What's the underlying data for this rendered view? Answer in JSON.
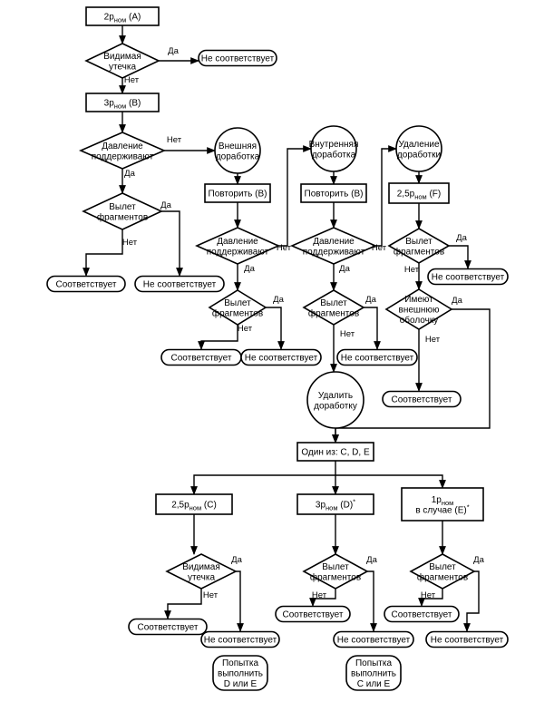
{
  "nodes": [
    {
      "id": "n_a",
      "shape": "rect",
      "lines": [
        "2p_{ном} (A)"
      ]
    },
    {
      "id": "d_leak1",
      "shape": "diamond",
      "lines": [
        "Видимая",
        "утечка"
      ]
    },
    {
      "id": "t_nc1",
      "shape": "term",
      "lines": [
        "Не соответствует"
      ]
    },
    {
      "id": "n_b",
      "shape": "rect",
      "lines": [
        "3p_{ном} (B)"
      ]
    },
    {
      "id": "d_press1",
      "shape": "diamond",
      "lines": [
        "Давление",
        "поддерживают"
      ]
    },
    {
      "id": "c_ext",
      "shape": "circle",
      "lines": [
        "Внешняя",
        "доработка"
      ]
    },
    {
      "id": "c_int",
      "shape": "circle",
      "lines": [
        "Внутренняя",
        "доработка"
      ]
    },
    {
      "id": "c_rem",
      "shape": "circle",
      "lines": [
        "Удаление",
        "доработки"
      ]
    },
    {
      "id": "d_frag1",
      "shape": "diamond",
      "lines": [
        "Вылет",
        "фрагментов"
      ]
    },
    {
      "id": "r_rep1",
      "shape": "rect",
      "lines": [
        "Повторить (B)"
      ]
    },
    {
      "id": "r_rep2",
      "shape": "rect",
      "lines": [
        "Повторить (B)"
      ]
    },
    {
      "id": "r_f",
      "shape": "rect",
      "lines": [
        "2,5p_{ном} (F)"
      ]
    },
    {
      "id": "d_press2",
      "shape": "diamond",
      "lines": [
        "Давление",
        "поддерживают"
      ]
    },
    {
      "id": "d_press3",
      "shape": "diamond",
      "lines": [
        "Давление",
        "поддерживают"
      ]
    },
    {
      "id": "d_frag_f",
      "shape": "diamond",
      "lines": [
        "Вылет",
        "фрагментов"
      ]
    },
    {
      "id": "t_ok1",
      "shape": "term",
      "lines": [
        "Соответствует"
      ]
    },
    {
      "id": "t_nc2",
      "shape": "term",
      "lines": [
        "Не соответствует"
      ]
    },
    {
      "id": "t_nc_f",
      "shape": "term",
      "lines": [
        "Не соответствует"
      ]
    },
    {
      "id": "d_frag2",
      "shape": "diamond",
      "lines": [
        "Вылет",
        "фрагментов"
      ]
    },
    {
      "id": "d_frag3",
      "shape": "diamond",
      "lines": [
        "Вылет",
        "фрагментов"
      ]
    },
    {
      "id": "d_shell",
      "shape": "diamond",
      "lines": [
        "Имеют",
        "внешнюю",
        "оболочку"
      ]
    },
    {
      "id": "t_ok2",
      "shape": "term",
      "lines": [
        "Соответствует"
      ]
    },
    {
      "id": "t_nc3",
      "shape": "term",
      "lines": [
        "Не соответствует"
      ]
    },
    {
      "id": "t_nc4",
      "shape": "term",
      "lines": [
        "Не соответствует"
      ]
    },
    {
      "id": "c_remove",
      "shape": "circle",
      "lines": [
        "Удалить",
        "доработку"
      ]
    },
    {
      "id": "t_ok3",
      "shape": "term",
      "lines": [
        "Соответствует"
      ]
    },
    {
      "id": "r_one",
      "shape": "rect",
      "lines": [
        "Один из: C, D, E"
      ]
    },
    {
      "id": "r_c",
      "shape": "rect",
      "lines": [
        "2,5p_{ном} (C)"
      ]
    },
    {
      "id": "r_d",
      "shape": "rect",
      "lines": [
        "3p_{ном} (D)^{*}"
      ]
    },
    {
      "id": "r_e",
      "shape": "rect",
      "lines": [
        "1p_{ном}",
        "в случае (E)^{*}"
      ]
    },
    {
      "id": "d_leak2",
      "shape": "diamond",
      "lines": [
        "Видимая",
        "утечка"
      ]
    },
    {
      "id": "d_frag4",
      "shape": "diamond",
      "lines": [
        "Вылет",
        "фрагментов"
      ]
    },
    {
      "id": "d_frag5",
      "shape": "diamond",
      "lines": [
        "Вылет",
        "фрагментов"
      ]
    },
    {
      "id": "t_ok4",
      "shape": "term",
      "lines": [
        "Соответствует"
      ]
    },
    {
      "id": "t_ok5",
      "shape": "term",
      "lines": [
        "Соответствует"
      ]
    },
    {
      "id": "t_ok6",
      "shape": "term",
      "lines": [
        "Соответствует"
      ]
    },
    {
      "id": "t_nc5",
      "shape": "term",
      "lines": [
        "Не соответствует"
      ]
    },
    {
      "id": "t_nc6",
      "shape": "term",
      "lines": [
        "Не соответствует"
      ]
    },
    {
      "id": "t_nc7",
      "shape": "term",
      "lines": [
        "Не соответствует"
      ]
    },
    {
      "id": "t_try1",
      "shape": "term",
      "lines": [
        "Попытка",
        "выполнить",
        "D или E"
      ]
    },
    {
      "id": "t_try2",
      "shape": "term",
      "lines": [
        "Попытка",
        "выполнить",
        "C или E"
      ]
    }
  ],
  "edge_labels": [
    {
      "id": "l1",
      "text": "Да"
    },
    {
      "id": "l2",
      "text": "Нет"
    },
    {
      "id": "l3",
      "text": "Нет"
    },
    {
      "id": "l4",
      "text": "Да"
    },
    {
      "id": "l5",
      "text": "Да"
    },
    {
      "id": "l6",
      "text": "Нет"
    },
    {
      "id": "l7",
      "text": "Нет"
    },
    {
      "id": "l8",
      "text": "Да"
    },
    {
      "id": "l9",
      "text": "Нет"
    },
    {
      "id": "l10",
      "text": "Да"
    },
    {
      "id": "l11",
      "text": "Да"
    },
    {
      "id": "l12",
      "text": "Нет"
    },
    {
      "id": "l13",
      "text": "Да"
    },
    {
      "id": "l14",
      "text": "Нет"
    },
    {
      "id": "l15",
      "text": "Да"
    },
    {
      "id": "l16",
      "text": "Нет"
    },
    {
      "id": "l17",
      "text": "Да"
    },
    {
      "id": "l18",
      "text": "Нет"
    },
    {
      "id": "l19",
      "text": "Да"
    },
    {
      "id": "l20",
      "text": "Нет"
    },
    {
      "id": "l21",
      "text": "Да"
    },
    {
      "id": "l22",
      "text": "Нет"
    },
    {
      "id": "l23",
      "text": "Да"
    },
    {
      "id": "l24",
      "text": "Нет"
    }
  ]
}
